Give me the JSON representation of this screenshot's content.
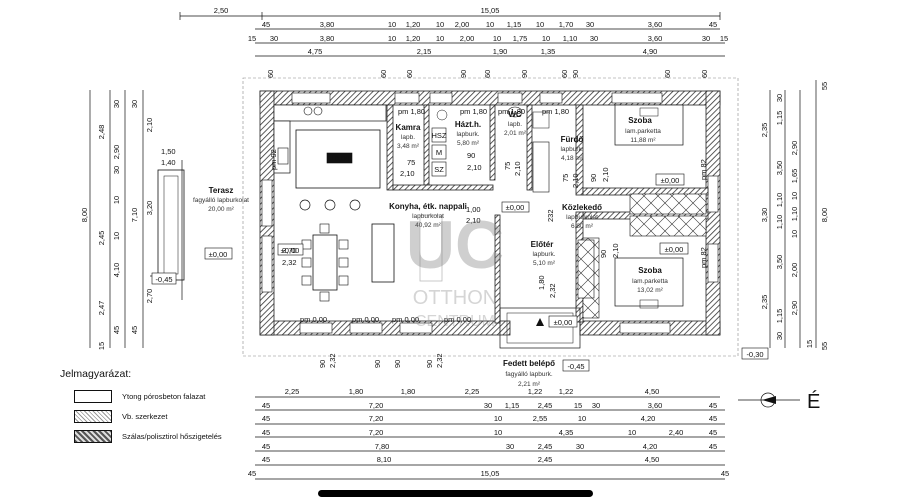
{
  "dimensions": {
    "top_row1": [
      "2,50",
      "15,05"
    ],
    "top_row2": [
      "45",
      "3,80",
      "10",
      "1,20",
      "10",
      "2,00",
      "10",
      "1,15",
      "10",
      "1,70",
      "30",
      "3,60",
      "45"
    ],
    "top_row3": [
      "15",
      "30",
      "3,80",
      "10",
      "1,20",
      "10",
      "2,00",
      "10",
      "1,75",
      "10",
      "1,10",
      "30",
      "3,60",
      "30",
      "15"
    ],
    "top_row4": [
      "4,75",
      "2,15",
      "1,90",
      "1,35",
      "4,90"
    ],
    "top_sixties": [
      "60",
      "60",
      "60",
      "90",
      "60",
      "90",
      "60",
      "90",
      "60",
      "60"
    ],
    "left_outer": [
      "2,48",
      "2,90",
      "2,45",
      "4,10",
      "2,47",
      "8,00"
    ],
    "left_mid": [
      "30",
      "30",
      "10",
      "10",
      "15",
      "45",
      "7,10"
    ],
    "left_inner": [
      "2,10",
      "3,20",
      "2,70",
      "45",
      "30"
    ],
    "right_inner": [
      "2,35",
      "3,30",
      "2,35"
    ],
    "right_mid": [
      "1,15",
      "3,50",
      "1,10",
      "1,10",
      "3,50",
      "1,15"
    ],
    "right_outer": [
      "2,90",
      "1,65",
      "1,10",
      "2,00",
      "2,90",
      "8,00"
    ],
    "right_small": [
      "55",
      "30",
      "10",
      "10",
      "30",
      "55",
      "15"
    ],
    "bottom_rows": [
      [
        "2,25",
        "1,80",
        "1,80",
        "2,25",
        "1,22",
        "1,22",
        "4,50"
      ],
      [
        "45",
        "7,20",
        "30",
        "1,15",
        "2,45",
        "15",
        "30",
        "3,60",
        "45"
      ],
      [
        "45",
        "7,20",
        "10",
        "2,55",
        "10",
        "4,20",
        "45"
      ],
      [
        "45",
        "7,20",
        "10",
        "4,35",
        "10",
        "2,40",
        "45"
      ],
      [
        "45",
        "7,80",
        "30",
        "2,45",
        "30",
        "4,20",
        "45"
      ],
      [
        "45",
        "8,10",
        "2,45",
        "4,50"
      ],
      [
        "45",
        "15,05",
        "45"
      ]
    ],
    "window_labels": [
      "pm 0,00",
      "pm 0,00",
      "pm 0,00",
      "pm 0,00"
    ],
    "window_heights": [
      "90",
      "2,32",
      "90",
      "90",
      "90",
      "2,32"
    ],
    "misc": [
      "1,50",
      "1,40",
      "2,70",
      "2,32",
      "1,80",
      "1,50",
      "1,80",
      "1,50",
      "1,80",
      "2,32"
    ]
  },
  "rooms": [
    {
      "id": "terrace",
      "name": "Terasz",
      "floor": "fagyálló lapburkolat",
      "area": "20,00 m²"
    },
    {
      "id": "kitchen",
      "name": "Konyha, étk. nappali",
      "floor": "lapburkolat",
      "area": "40,92 m²"
    },
    {
      "id": "pantry",
      "name": "Kamra",
      "floor": "lapb.",
      "area": "3,48 m²"
    },
    {
      "id": "utility",
      "name": "Házt.h.",
      "floor": "lapburk.",
      "area": "5,80 m²"
    },
    {
      "id": "wc",
      "name": "WC",
      "floor": "lapb.",
      "area": "2,01 m²"
    },
    {
      "id": "bath",
      "name": "Fürdő",
      "floor": "lapburk.",
      "area": "4,18 m²"
    },
    {
      "id": "corridor",
      "name": "Közlekedő",
      "floor": "lapburkolat",
      "area": "6,80 m²"
    },
    {
      "id": "room1",
      "name": "Szoba",
      "floor": "lam.parketta",
      "area": "11,88 m²"
    },
    {
      "id": "room2",
      "name": "Szoba",
      "floor": "lam.parketta",
      "area": "13,02 m²"
    },
    {
      "id": "hall",
      "name": "Előtér",
      "floor": "lapburk.",
      "area": "5,10 m²"
    },
    {
      "id": "entrance",
      "name": "Fedett belépő",
      "floor": "fagyálló lapburk.",
      "area": "2,21 m²"
    }
  ],
  "levels": {
    "kitchen": "±0,00",
    "terrace": "±0,00",
    "corridor": "±0,00",
    "room1": "±0,00",
    "room2": "±0,00",
    "entrance": "±0,00",
    "terrace_out": "-0,45",
    "entrance_out": "-0,45",
    "ground": "-0,30"
  },
  "door_labels": {
    "pantry_w": "75",
    "pantry_h": "2,10",
    "utility_w": "90",
    "utility_h": "2,10",
    "wc_w": "75",
    "wc_h": "2,10",
    "bath_w": "75",
    "bath_h": "2,10",
    "room1_w": "90",
    "room1_h": "2,10",
    "hall_w": "1,00",
    "hall_h": "2,10",
    "room2_w": "90",
    "room2_h": "2,10",
    "terrace_w": "2,70",
    "terrace_h": "2,32",
    "pm_180": [
      "pm 1,80",
      "pm 1,80",
      "pm 1,80",
      "pm 1,80"
    ],
    "pm_82": [
      "pm 82",
      "pm 82"
    ],
    "pm_92": "pm 92",
    "fixtures": [
      "HSZ",
      "M",
      "SZ"
    ],
    "misc_232": "232"
  },
  "legend": {
    "title": "Jelmagyarázat:",
    "items": [
      {
        "label": "Ytong pórosbeton falazat"
      },
      {
        "label": "Vb. szerkezet"
      },
      {
        "label": "Szálas/polisztirol hőszigetelés"
      }
    ]
  },
  "watermark": {
    "line1": "OTTHON",
    "line2": "CENTRUM"
  },
  "compass_letter": "É"
}
